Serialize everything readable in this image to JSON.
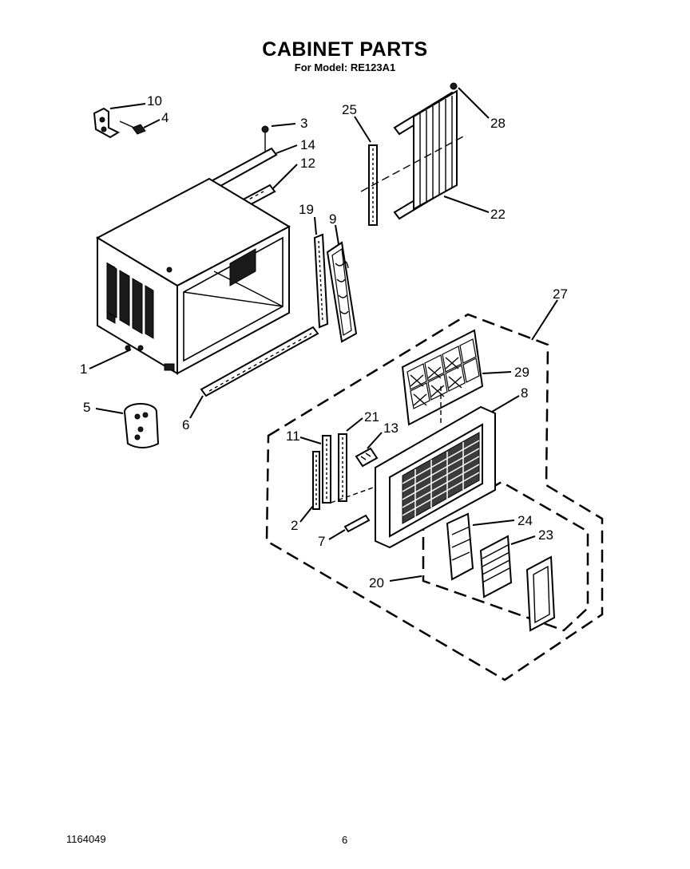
{
  "header": {
    "title": "CABINET PARTS",
    "subtitle": "For Model: RE123A1"
  },
  "footer": {
    "doc_number": "1164049",
    "page_number": "6"
  },
  "callouts": {
    "c1": "1",
    "c2": "2",
    "c3": "3",
    "c4": "4",
    "c5": "5",
    "c6": "6",
    "c7": "7",
    "c8": "8",
    "c9": "9",
    "c10": "10",
    "c11": "11",
    "c12": "12",
    "c13": "13",
    "c14": "14",
    "c19": "19",
    "c20": "20",
    "c21": "21",
    "c22": "22",
    "c23": "23",
    "c24": "24",
    "c25": "25",
    "c27": "27",
    "c28": "28",
    "c29": "29"
  }
}
